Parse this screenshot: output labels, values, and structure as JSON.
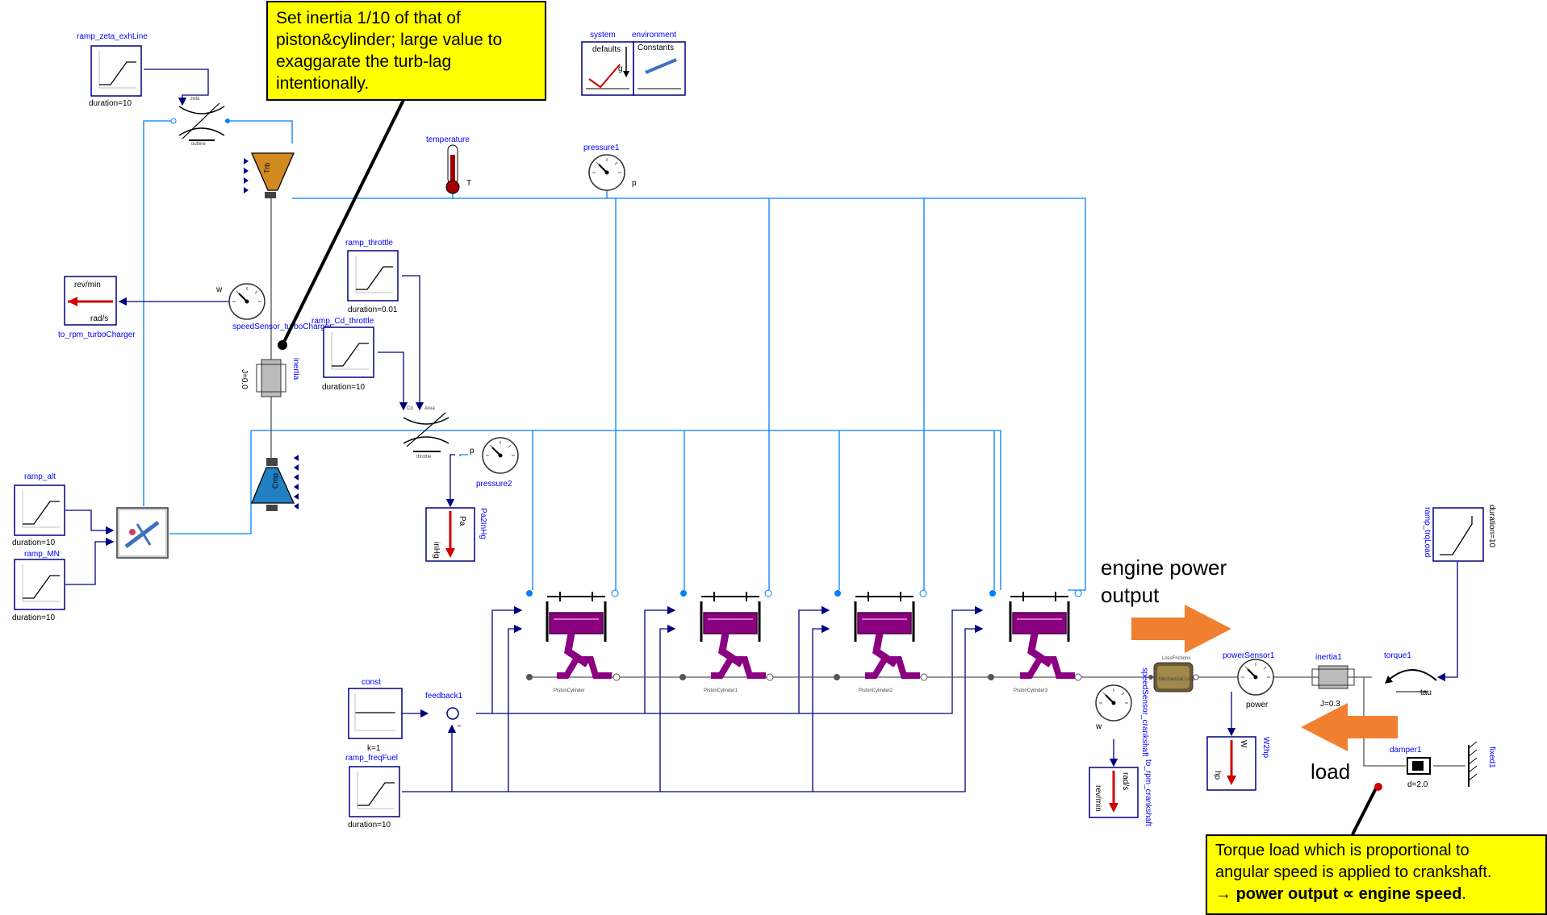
{
  "notes": {
    "inertia_note": [
      "Set inertia 1/10 of that of",
      "piston&cylinder; large value to",
      "exaggarate the turb-lag",
      "intentionally."
    ],
    "load_note_line1": "Torque load which is proportional to",
    "load_note_line2": "angular speed is applied to crankshaft.",
    "load_note_line3_prefix": "→ ",
    "load_note_line3_bold": "power output ∝ engine speed",
    "load_note_line3_suffix": "."
  },
  "callouts": {
    "engine_power_output": [
      "engine power",
      "output"
    ],
    "load": "load"
  },
  "components": {
    "ramp_zeta_exhLine": {
      "name": "ramp_zeta_exhLine",
      "param": "duration=10"
    },
    "ramp_throttle": {
      "name": "ramp_throttle",
      "param": "duration=0.01"
    },
    "ramp_Cd_throttle": {
      "name": "ramp_Cd_throttle",
      "param": "duration=10"
    },
    "ramp_alt": {
      "name": "ramp_alt",
      "param": "duration=10"
    },
    "ramp_MN": {
      "name": "ramp_MN",
      "param": "duration=10"
    },
    "const": {
      "name": "const",
      "param": "k=1"
    },
    "ramp_freqFuel": {
      "name": "ramp_freqFuel",
      "param": "duration=10"
    },
    "ramp_trqLoad": {
      "name": "ramp_trqLoad",
      "param": "duration=10"
    },
    "system": {
      "name": "system",
      "inner": "defaults",
      "g_label": "g"
    },
    "environment": {
      "name": "environment",
      "inner": "Constants"
    },
    "temperature": {
      "name": "temperature",
      "port": "T"
    },
    "pressure1": {
      "name": "pressure1",
      "port": "p"
    },
    "pressure2": {
      "name": "pressure2",
      "port": "p"
    },
    "turbine": {
      "label": "Trb"
    },
    "compressor": {
      "label": "Cmp"
    },
    "zeta": {
      "label": "zeta",
      "sub": "outline"
    },
    "throttle": {
      "sub": "throttle",
      "left_port": "Cd",
      "right_port": "Area"
    },
    "speedSensor_turboCharger": {
      "name": "speedSensor_turboCharger",
      "port": "w"
    },
    "to_rpm_turboCharger": {
      "name": "to_rpm_turboCharger",
      "top": "rev/min",
      "bottom": "rad/s"
    },
    "inertia": {
      "name": "inertia",
      "param": "J=0.0"
    },
    "Pa2InHg": {
      "name": "Pa2InHg",
      "top": "Pa",
      "bottom": "inHg"
    },
    "feedback": {
      "name": "feedback1"
    },
    "cylinders": [
      "PistonCylinder",
      "PistonCylinder1",
      "PistonCylinder2",
      "PistonCylinder3"
    ],
    "speedSensor_crankshaft": {
      "name": "speedSensor_crankshaft",
      "port": "w"
    },
    "to_rpm_crankshaft": {
      "name": "to_rpm_crankshaft",
      "top": "rad/s",
      "bottom": "rev/min"
    },
    "mechanical_losses": {
      "name": "LossFrictions",
      "inner": "Mechanical Loss"
    },
    "powerSensor": {
      "name": "powerSensor1",
      "port": "power"
    },
    "W2hp": {
      "name": "W2hp",
      "top": "W",
      "bottom": "hp"
    },
    "inertia1": {
      "name": "inertia1",
      "param": "J=0.3"
    },
    "torque": {
      "name": "torque1",
      "port": "tau"
    },
    "damper": {
      "name": "damper1",
      "param": "d=2.0"
    },
    "fixed": {
      "name": "fixed1"
    }
  },
  "colors": {
    "fluid_line": "#0080ff",
    "signal_line": "#00007f",
    "note_bg": "#ffff00",
    "arrow": "#f08030",
    "piston": "#8b0080"
  }
}
